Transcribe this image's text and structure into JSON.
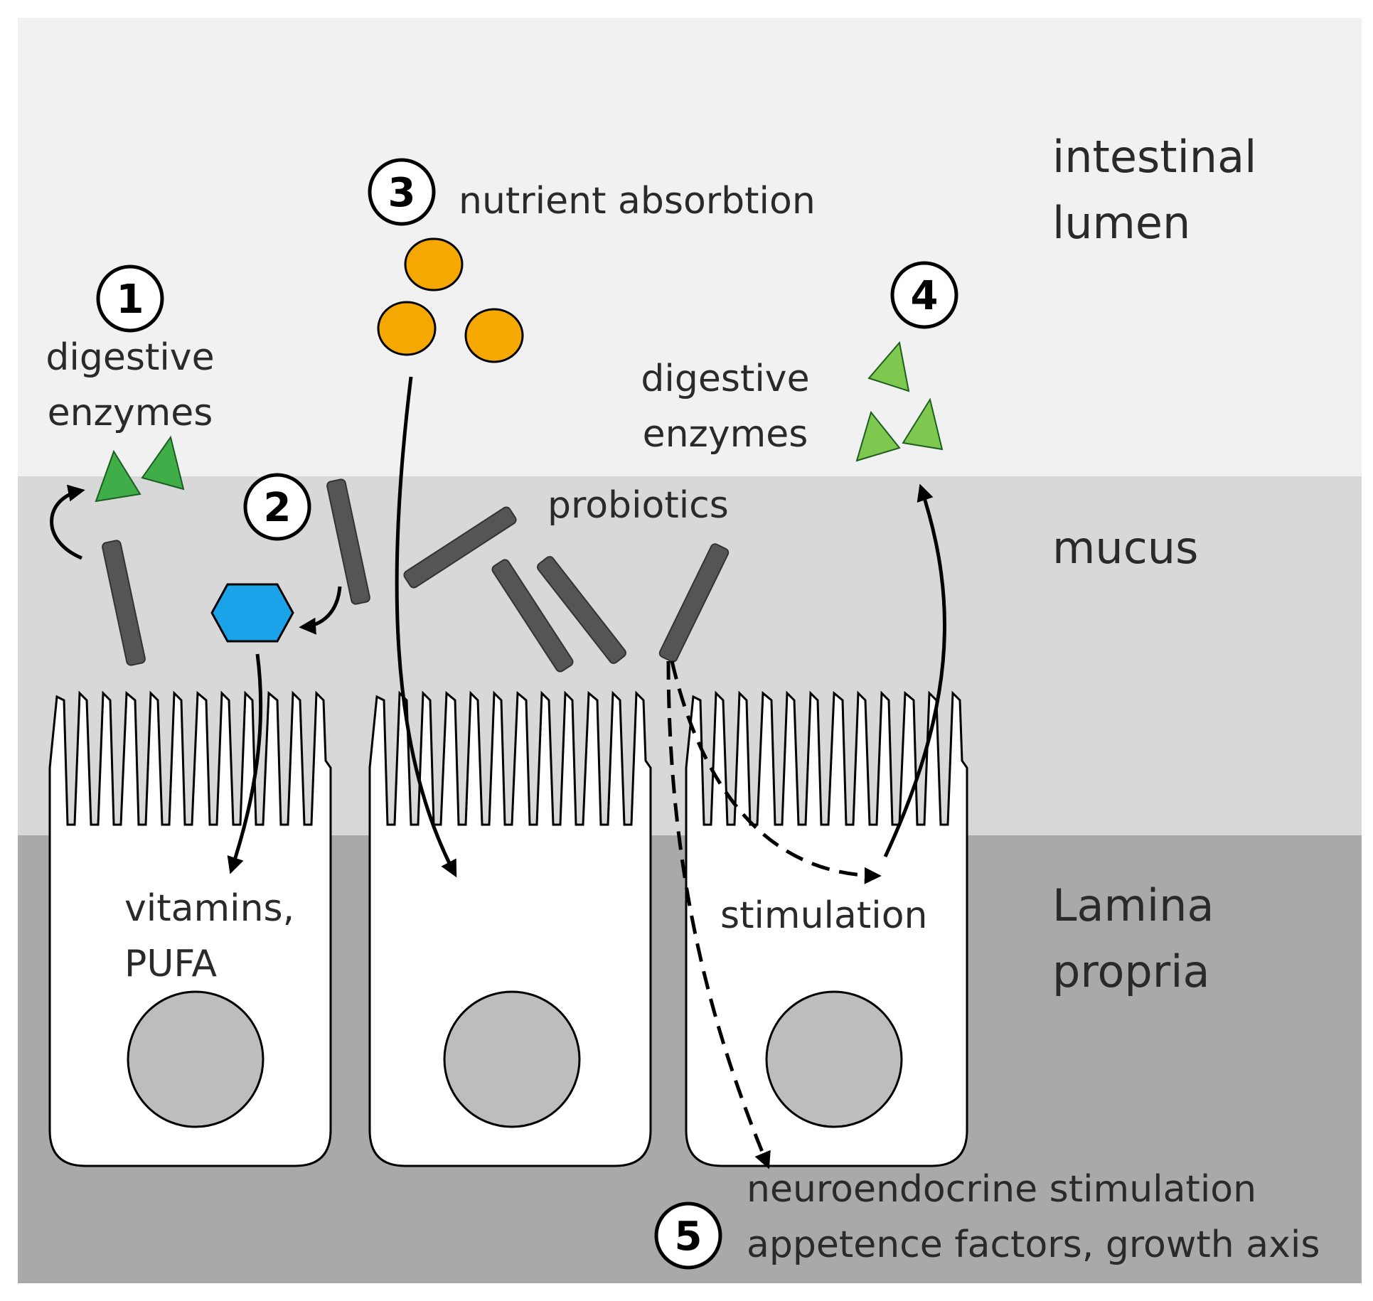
{
  "zones": {
    "lumen": [
      "intestinal",
      "lumen"
    ],
    "mucus": "mucus",
    "lamina": [
      "Lamina",
      "propria"
    ]
  },
  "steps": {
    "s1": {
      "number": "1",
      "label": [
        "digestive",
        "enzymes"
      ]
    },
    "s2": {
      "number": "2",
      "label": [
        "vitamins,",
        "PUFA"
      ]
    },
    "s3": {
      "number": "3",
      "label": "nutrient absorbtion"
    },
    "s4": {
      "number": "4",
      "label": [
        "digestive",
        "enzymes"
      ]
    },
    "s5": {
      "number": "5",
      "label": [
        "neuroendocrine stimulation",
        "appetence factors, growth axis"
      ]
    }
  },
  "probiotics_label": "probiotics",
  "stimulation_label": "stimulation",
  "colors": {
    "lumen_bg": "#f1f1f1",
    "mucus_bg": "#d8d8d8",
    "lamina_bg": "#a9a9a9",
    "bacterium": "#555555",
    "enzyme": "#3fae49",
    "nutrient": "#f5a800",
    "vitamin": "#1aa3e8",
    "nucleus": "#bdbdbd"
  }
}
